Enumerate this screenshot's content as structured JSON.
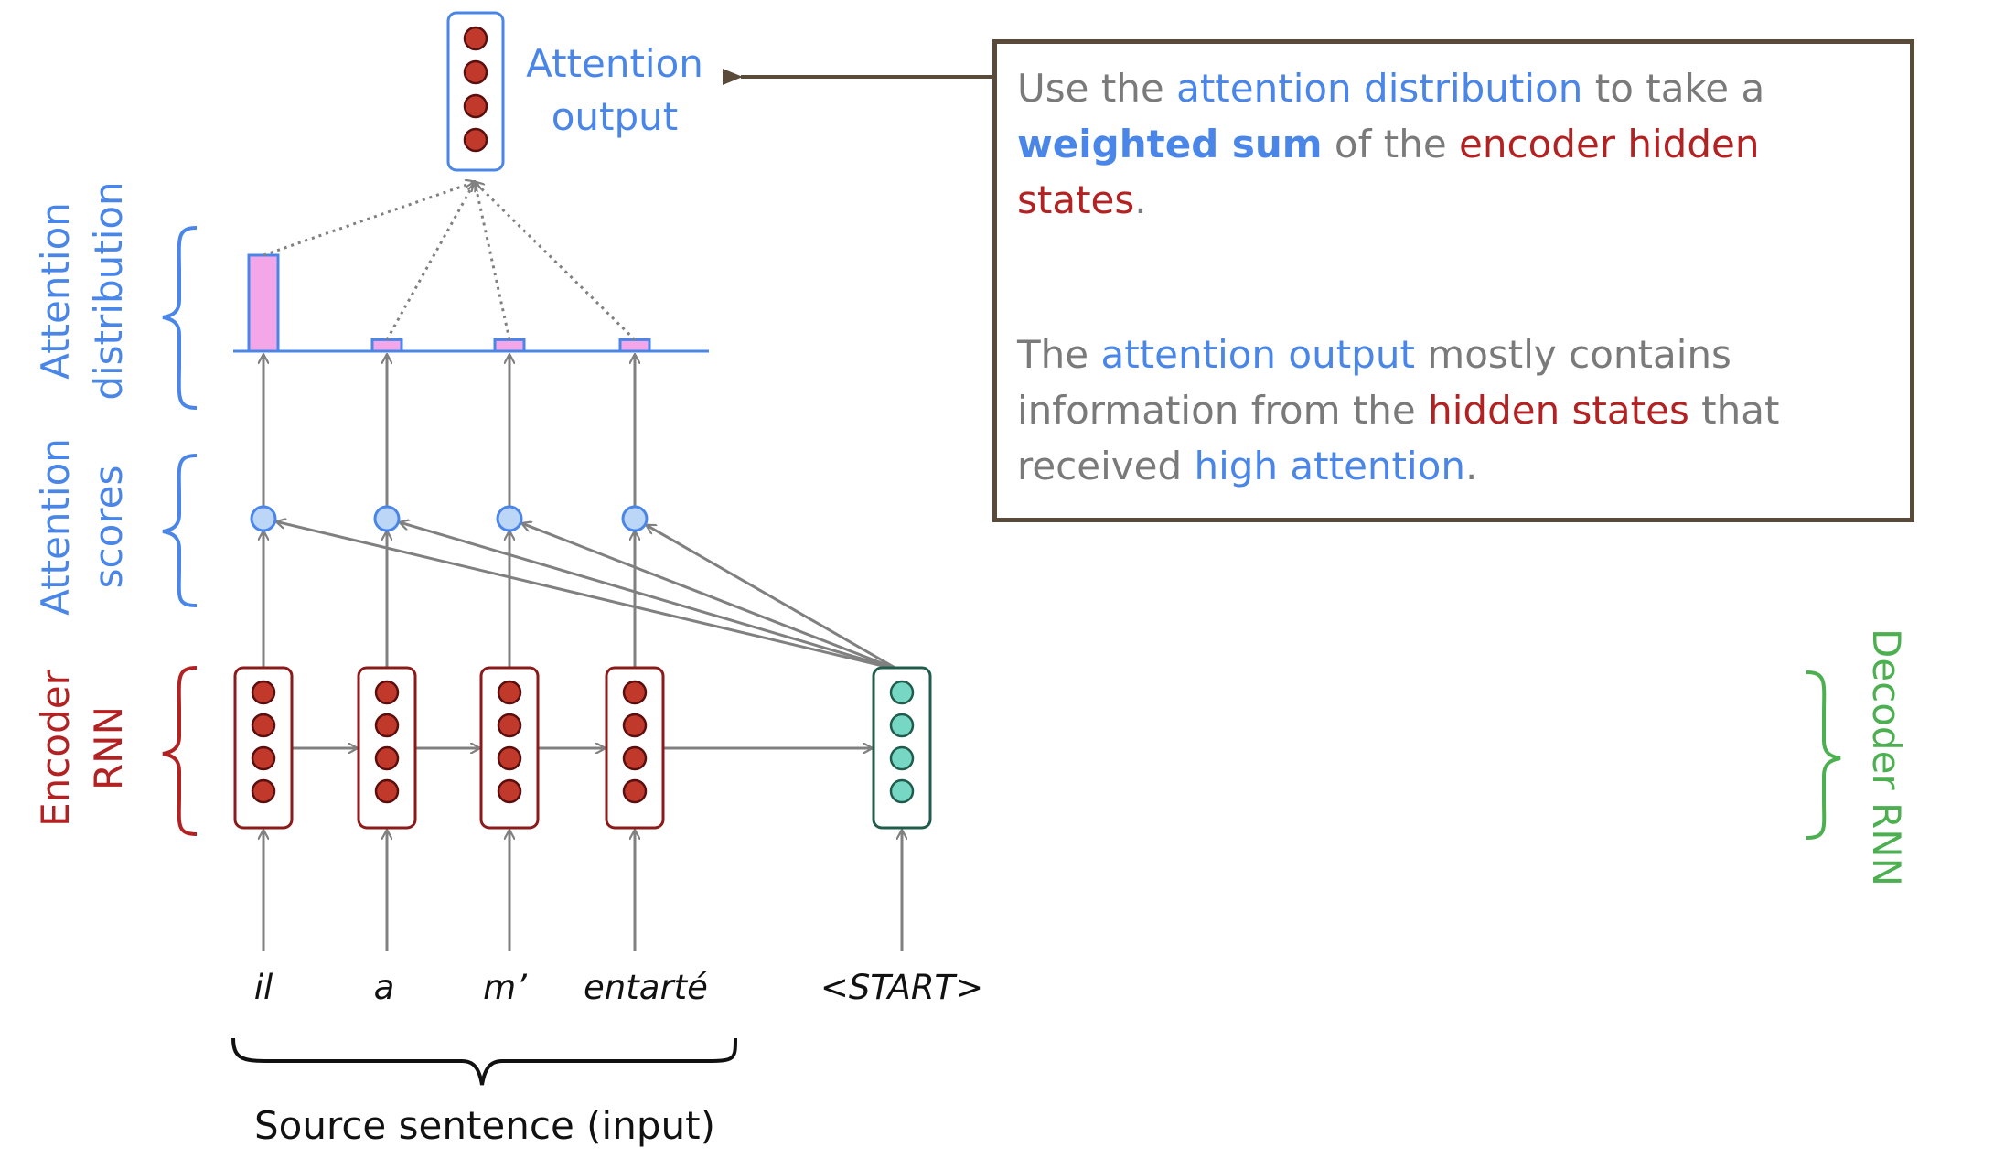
{
  "labels": {
    "attention_output": [
      "Attention",
      "output"
    ],
    "attention_distribution": [
      "Attention",
      "distribution"
    ],
    "attention_scores": [
      "Attention",
      "scores"
    ],
    "encoder_rnn": [
      "Encoder",
      "RNN"
    ],
    "decoder_rnn": "Decoder RNN",
    "source_sentence": "Source sentence (input)"
  },
  "source_words": [
    "il",
    "a",
    "m’",
    "entarté"
  ],
  "decoder_input": "<START>",
  "attention_weights": [
    1.0,
    0.12,
    0.12,
    0.12
  ],
  "callout": {
    "p1": {
      "s1": "Use the ",
      "s2": "attention distribution",
      "s3": " to take a ",
      "s4": "weighted sum",
      "s5": " of the ",
      "s6": "encoder hidden states",
      "s7": "."
    },
    "p2": {
      "s1": "The ",
      "s2": "attention output",
      "s3": " mostly contains information from the ",
      "s4": "hidden states",
      "s5": " that received ",
      "s6": "high attention",
      "s7": "."
    }
  },
  "colors": {
    "blue": "#4a86e8",
    "red": "#b22222",
    "green": "#4caf50",
    "encoder_neuron": "#c0392b",
    "decoder_neuron": "#76d7c4",
    "bar_fill": "#f4a7e8",
    "score_node": "#bcd6f7"
  }
}
